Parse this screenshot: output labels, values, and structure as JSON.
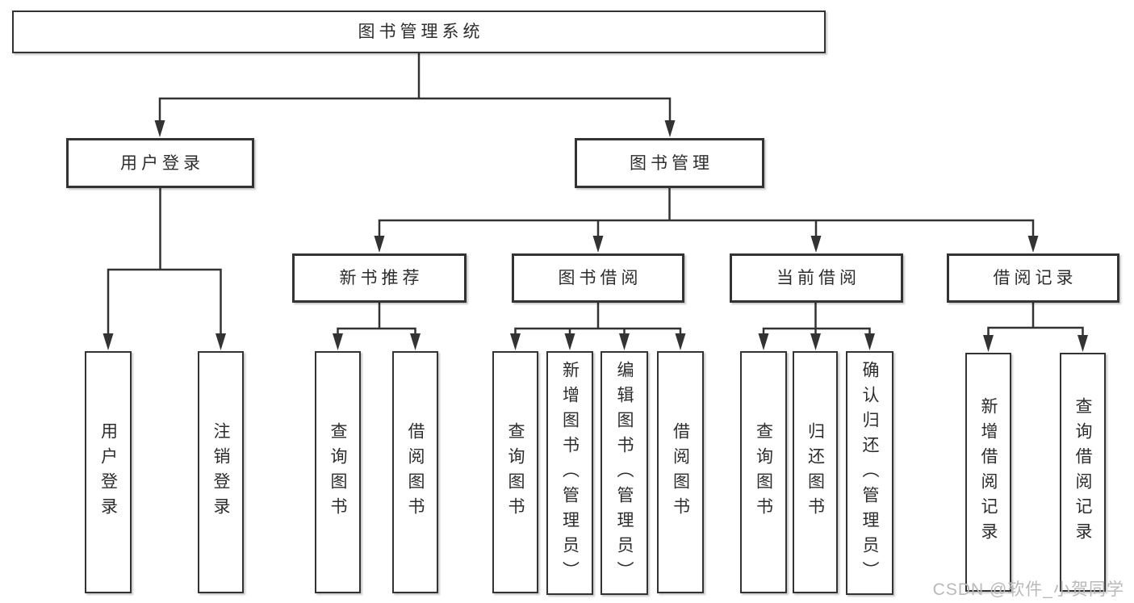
{
  "colors": {
    "line": "#333333",
    "text": "#2d2d2d",
    "watermark_text": "#b9b9b9",
    "background": "#ffffff"
  },
  "watermark": "CSDN @软件_小贺同学",
  "tree": {
    "root": {
      "label": "图书管理系统"
    },
    "children": [
      {
        "label": "用户登录",
        "children": [
          {
            "label": "用户登录"
          },
          {
            "label": "注销登录"
          }
        ]
      },
      {
        "label": "图书管理",
        "children": [
          {
            "label": "新书推荐",
            "children": [
              {
                "label": "查询图书"
              },
              {
                "label": "借阅图书"
              }
            ]
          },
          {
            "label": "图书借阅",
            "children": [
              {
                "label": "查询图书"
              },
              {
                "label": "新增图书（管理员）"
              },
              {
                "label": "编辑图书（管理员）"
              },
              {
                "label": "借阅图书"
              }
            ]
          },
          {
            "label": "当前借阅",
            "children": [
              {
                "label": "查询图书"
              },
              {
                "label": "归还图书"
              },
              {
                "label": "确认归还（管理员）"
              }
            ]
          },
          {
            "label": "借阅记录",
            "children": [
              {
                "label": "新增借阅记录"
              },
              {
                "label": "查询借阅记录"
              }
            ]
          }
        ]
      }
    ]
  }
}
